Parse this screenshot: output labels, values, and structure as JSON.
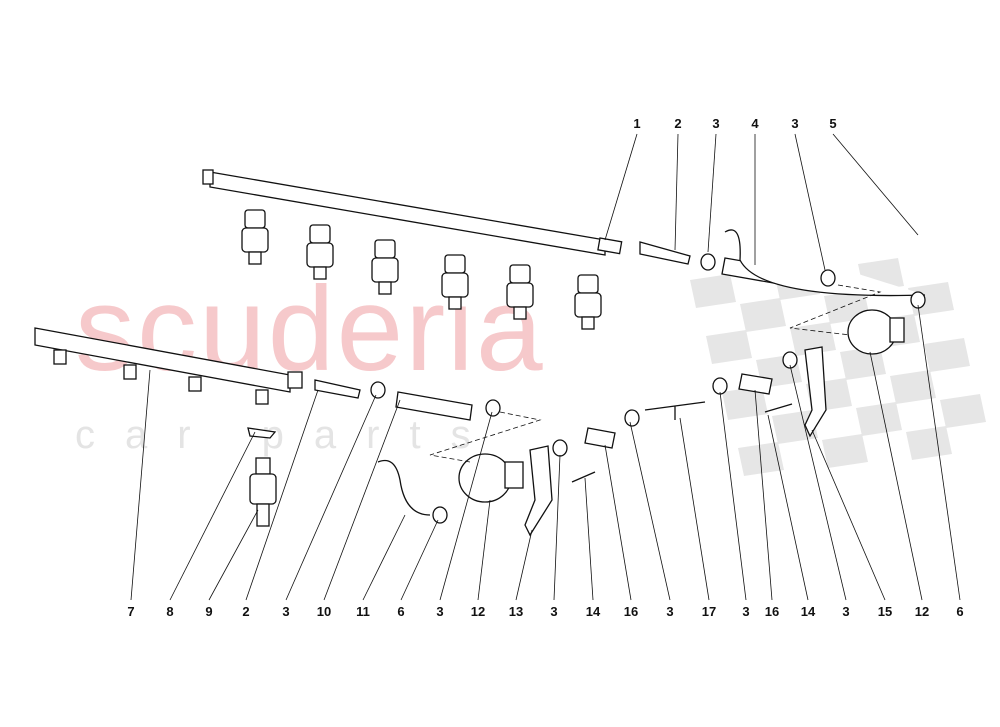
{
  "watermark": {
    "brand": "scuderia",
    "sub": "car parts",
    "brand_color": "#f6c9cb",
    "sub_color": "#e4e4e4"
  },
  "callouts_top": [
    "1",
    "2",
    "3",
    "4",
    "3",
    "5"
  ],
  "callouts_bottom": [
    "7",
    "8",
    "9",
    "2",
    "3",
    "10",
    "11",
    "6",
    "3",
    "12",
    "13",
    "3",
    "14",
    "16",
    "3",
    "17",
    "3",
    "16",
    "14",
    "3",
    "15",
    "12",
    "6"
  ]
}
